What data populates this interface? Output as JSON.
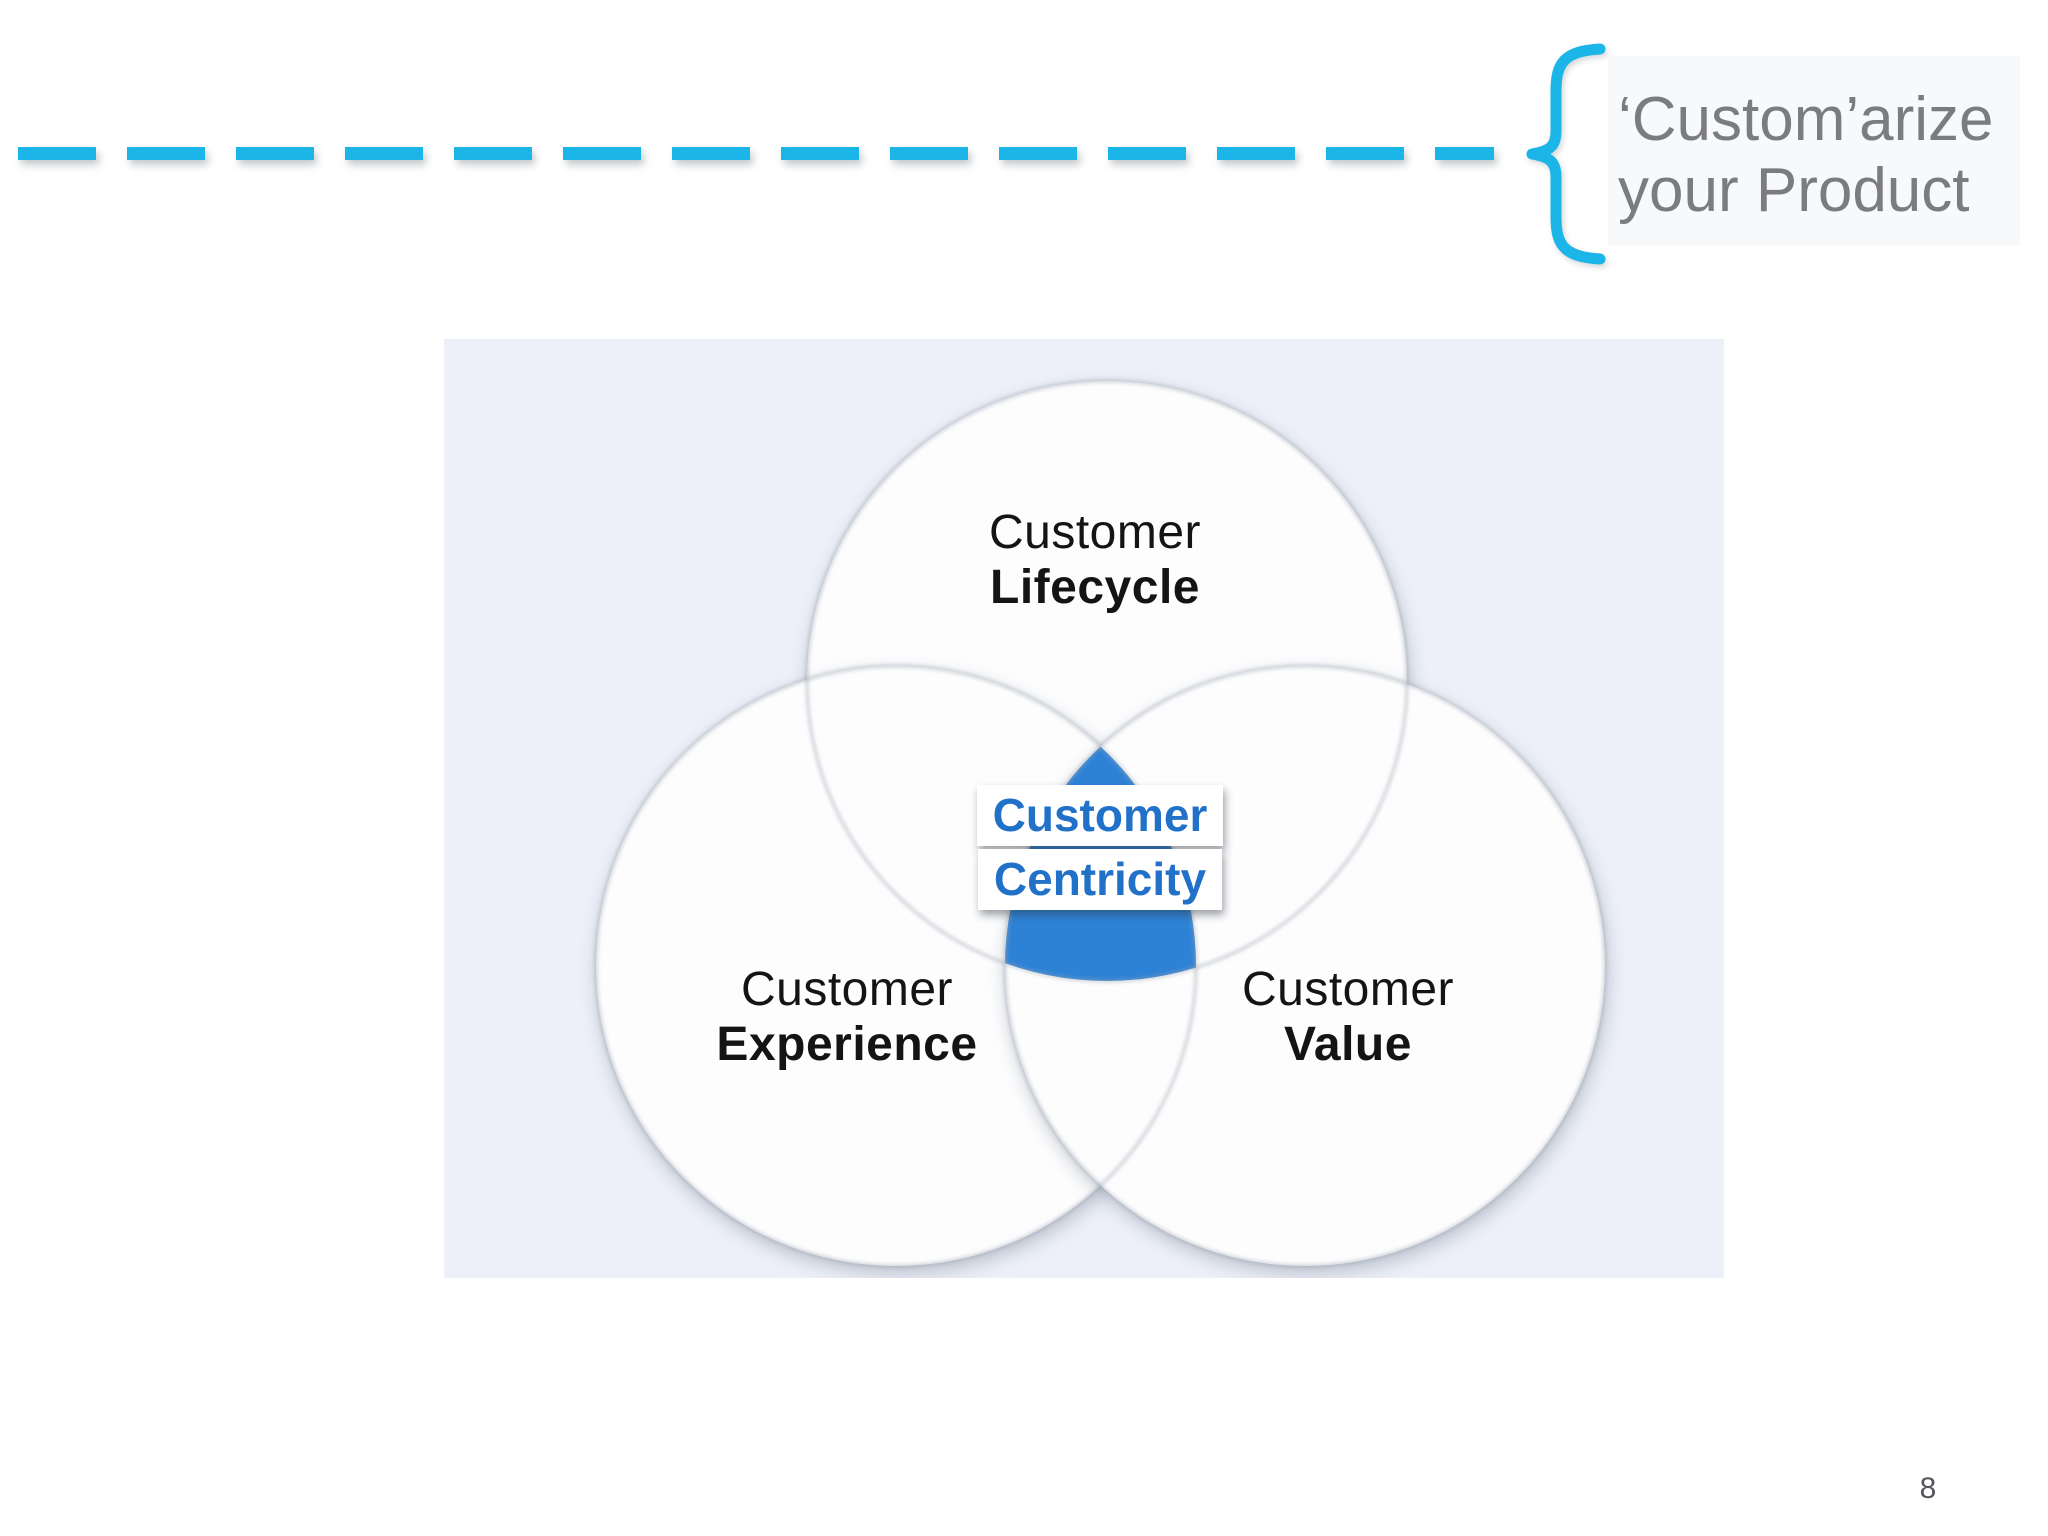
{
  "page_number": "8",
  "annotation": {
    "line1": "‘Custom’arize",
    "line2": "your Product"
  },
  "venn": {
    "top": {
      "line1": "Customer",
      "line2": "Lifecycle"
    },
    "left": {
      "line1": "Customer",
      "line2": "Experience"
    },
    "right": {
      "line1": "Customer",
      "line2": "Value"
    },
    "center": {
      "line1": "Customer",
      "line2": "Centricity"
    }
  },
  "colors": {
    "accent_cyan": "#1cb5e8",
    "annotation_gray": "#7b7c80",
    "center_intersection_blue": "#2e82d6",
    "center_text_blue": "#2171c8",
    "panel_background": "#edf0f8",
    "label_black": "#141414",
    "page_number_gray": "#54565b"
  }
}
